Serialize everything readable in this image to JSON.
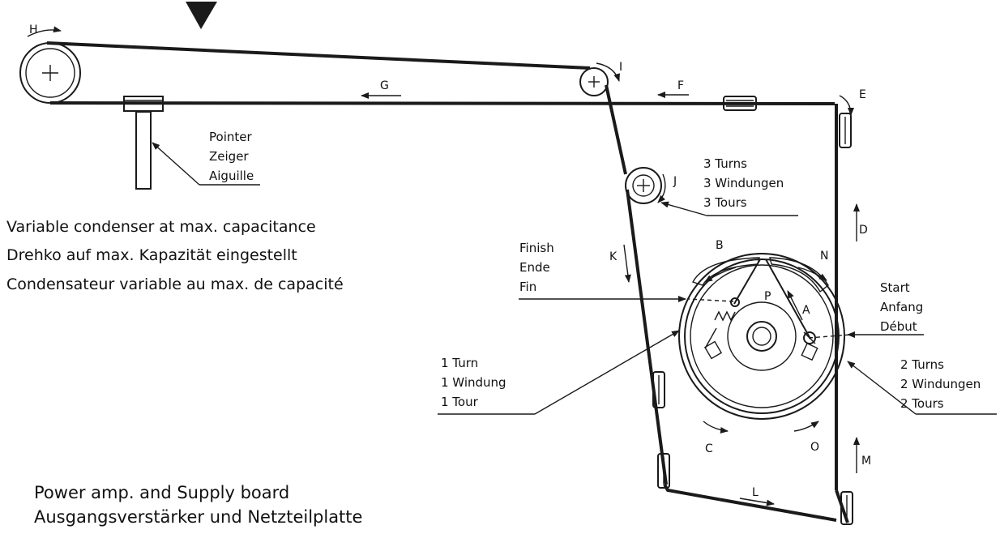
{
  "labels": {
    "H": "H",
    "I": "I",
    "G": "G",
    "F": "F",
    "E": "E",
    "J": "J",
    "K": "K",
    "D": "D",
    "B": "B",
    "N": "N",
    "P": "P",
    "A": "A",
    "C": "C",
    "O": "O",
    "M": "M",
    "L": "L"
  },
  "pointer": [
    "Pointer",
    "Zeiger",
    "Aiguille"
  ],
  "variable_condenser": [
    "Variable condenser at max. capacitance",
    "Drehko auf max. Kapazität eingestellt",
    "Condensateur variable au max. de capacité"
  ],
  "three_turns": [
    "3 Turns",
    "3 Windungen",
    "3 Tours"
  ],
  "finish": [
    "Finish",
    "Ende",
    "Fin"
  ],
  "start": [
    "Start",
    "Anfang",
    "Début"
  ],
  "one_turn": [
    "1 Turn",
    "1 Windung",
    "1 Tour"
  ],
  "two_turns": [
    "2 Turns",
    "2 Windungen",
    "2 Tours"
  ],
  "power_board": [
    "Power amp. and Supply board",
    "Ausgangsverstärker und Netzteilplatte"
  ]
}
